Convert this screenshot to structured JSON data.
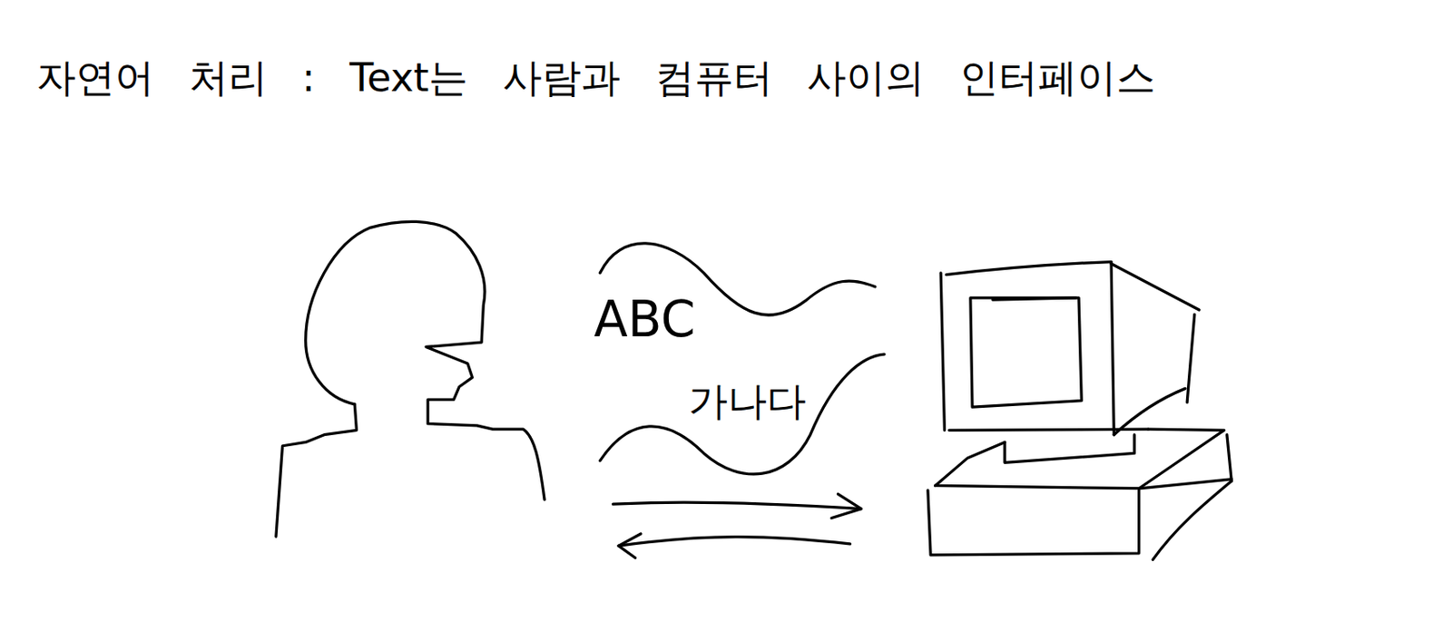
{
  "diagram": {
    "title": "자연어 처리 : Text는 사람과 컴퓨터 사이의 인터페이스",
    "labels": [
      "ABC",
      "가나다"
    ]
  }
}
